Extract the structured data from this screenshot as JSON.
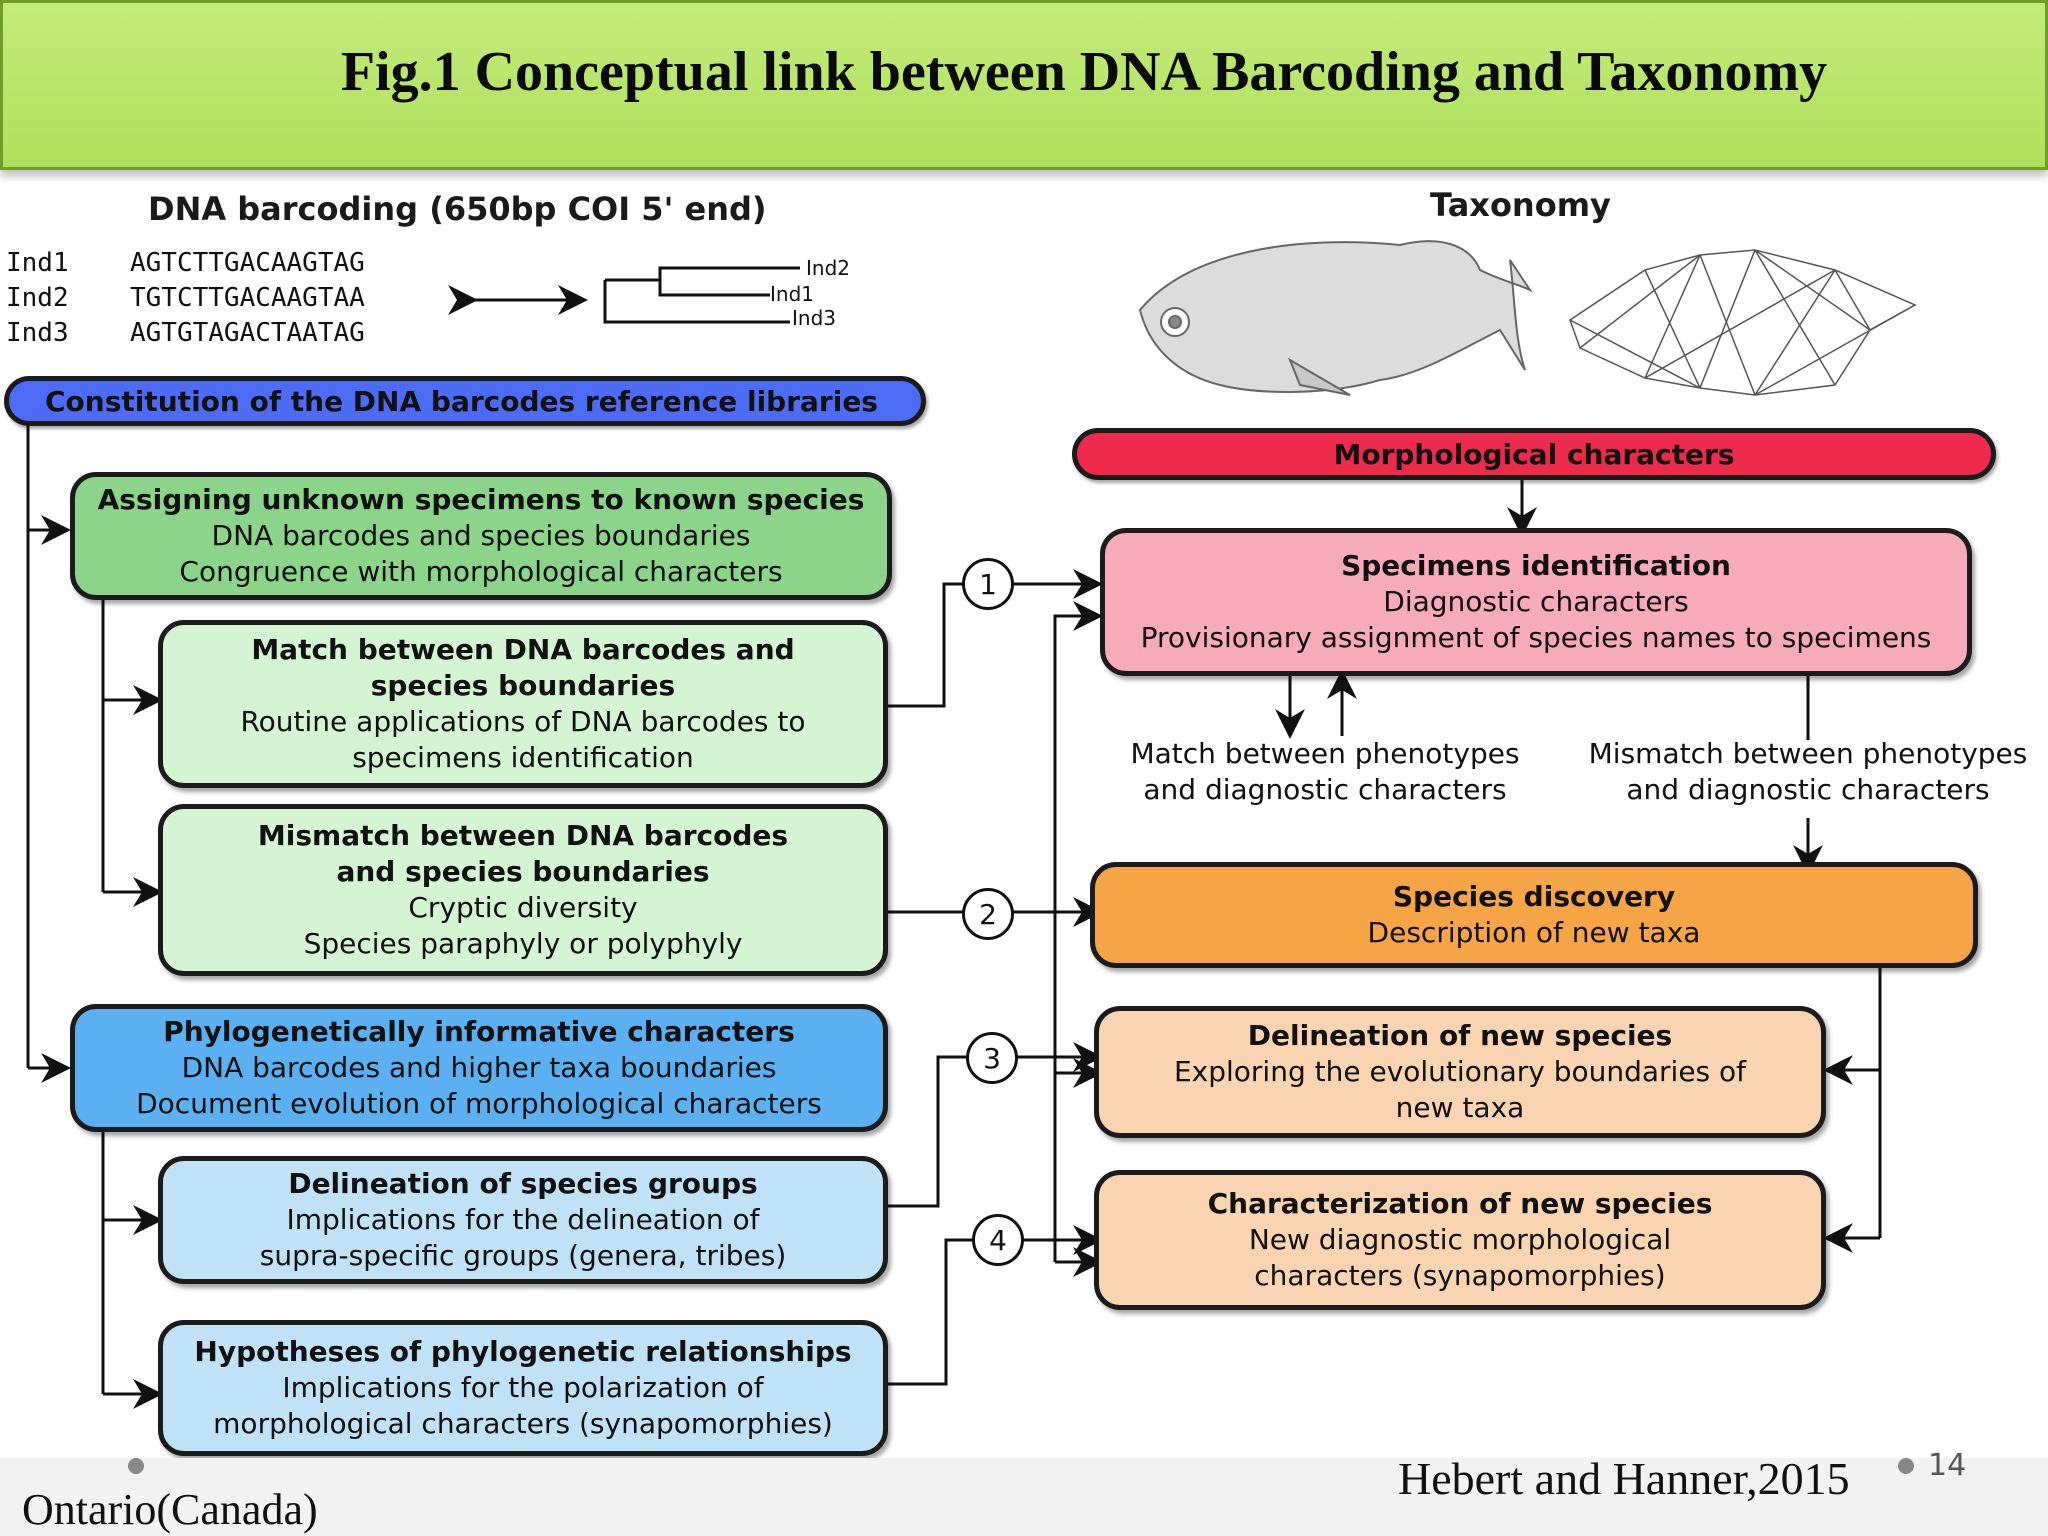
{
  "title": "Fig.1 Conceptual link between DNA Barcoding and Taxonomy",
  "left": {
    "heading": "DNA barcoding (650bp COI 5' end)",
    "sequences": [
      {
        "id": "Ind1",
        "seq": "AGTCTTGACAAGTAG"
      },
      {
        "id": "Ind2",
        "seq": "TGTCTTGACAAGTAA"
      },
      {
        "id": "Ind3",
        "seq": "AGTGTAGACTAATAG"
      }
    ],
    "tree_labels": [
      "Ind2",
      "Ind1",
      "Ind3"
    ],
    "reference_libraries": "Constitution of the DNA barcodes reference libraries",
    "assigning": {
      "title": "Assigning unknown specimens to known species",
      "lines": [
        "DNA barcodes and species boundaries",
        "Congruence with morphological characters"
      ]
    },
    "match": {
      "title": [
        "Match between DNA barcodes and",
        "species boundaries"
      ],
      "lines": [
        "Routine applications of DNA barcodes to",
        "specimens identification"
      ]
    },
    "mismatch": {
      "title": [
        "Mismatch between DNA barcodes",
        "and species boundaries"
      ],
      "lines": [
        "Cryptic diversity",
        "Species paraphyly or polyphyly"
      ]
    },
    "phylo": {
      "title": "Phylogenetically informative characters",
      "lines": [
        "DNA barcodes and higher taxa boundaries",
        "Document evolution of morphological characters"
      ]
    },
    "groups": {
      "title": "Delineation of species groups",
      "lines": [
        "Implications for the delineation of",
        "supra-specific groups (genera, tribes)"
      ]
    },
    "hypotheses": {
      "title": "Hypotheses of phylogenetic relationships",
      "lines": [
        "Implications for the polarization of",
        "morphological characters (synapomorphies)"
      ]
    }
  },
  "right": {
    "heading": "Taxonomy",
    "morph": "Morphological characters",
    "identification": {
      "title": "Specimens identification",
      "lines": [
        "Diagnostic characters",
        "Provisionary assignment of species names to specimens"
      ]
    },
    "match_pheno": [
      "Match between phenotypes",
      "and diagnostic characters"
    ],
    "mismatch_pheno": [
      "Mismatch between phenotypes",
      "and diagnostic characters"
    ],
    "discovery": {
      "title": "Species discovery",
      "lines": [
        "Description of new taxa"
      ]
    },
    "delineation": {
      "title": "Delineation of new species",
      "lines": [
        "Exploring the evolutionary boundaries of",
        "new taxa"
      ]
    },
    "characterization": {
      "title": "Characterization of new species",
      "lines": [
        "New diagnostic morphological",
        "characters (synapomorphies)"
      ]
    }
  },
  "numbers": [
    "1",
    "2",
    "3",
    "4"
  ],
  "footer": {
    "left": "Ontario(Canada)",
    "right": "Hebert and Hanner,2015",
    "page": "14"
  },
  "colors": {
    "banner": "#b5e566",
    "blue_pill": "#4d6cf5",
    "green_dark": "#8bd48a",
    "green_light": "#d4f5d2",
    "blue_dark": "#5ab0f0",
    "blue_light": "#bfe2f7",
    "red_pill": "#ee2a4c",
    "pink": "#f7aab8",
    "orange": "#f5a546",
    "peach": "#f9d4b0"
  }
}
